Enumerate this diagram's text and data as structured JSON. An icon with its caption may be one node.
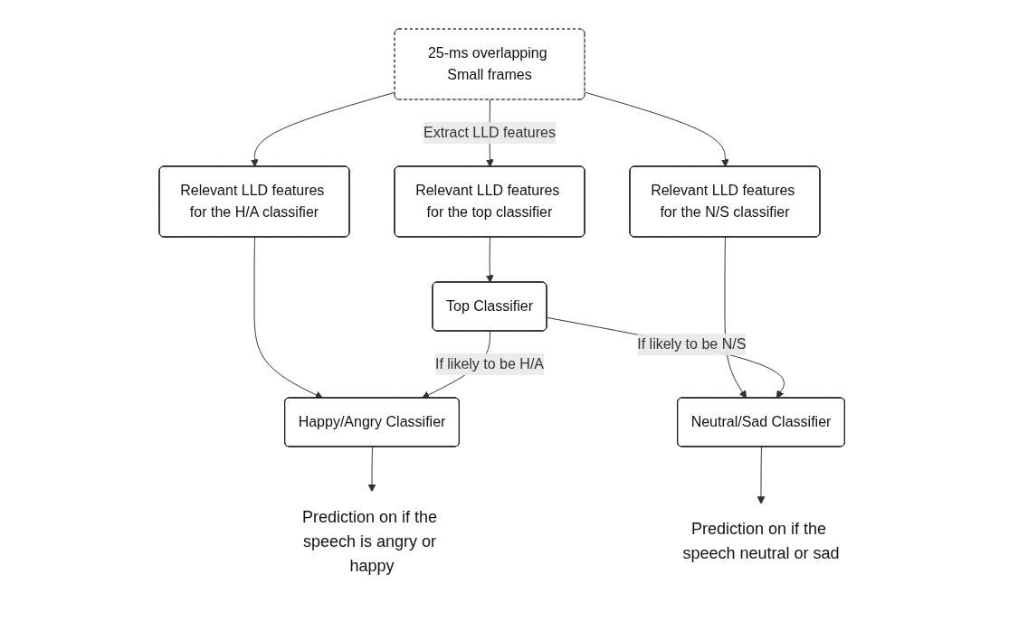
{
  "diagram": {
    "nodes": [
      {
        "text": [
          "25-ms overlapping Small frames"
        ]
      },
      {
        "text": [
          "Relevant LLD features for the top classifier"
        ]
      },
      {
        "text": [
          "Relevant LLD features for the H/A classifier"
        ]
      },
      {
        "text": [
          "Relevant LLD features for the N/S classifier"
        ]
      },
      {
        "text": [
          "Top Classifier"
        ]
      },
      {
        "text": [
          "Happy/Angry Classifier"
        ]
      },
      {
        "text": [
          "Neutral/Sad Classifier"
        ]
      },
      {
        "text": [
          "Prediction on if the speech is angry or happy"
        ]
      },
      {
        "text": [
          "Prediction on if the speech neutral or sad"
        ]
      }
    ],
    "edges": [
      {
        "from": 0,
        "to": 1,
        "arrow": "to",
        "label": "Extract LLD features"
      },
      {
        "from": 0,
        "to": 2,
        "arrow": "to"
      },
      {
        "from": 0,
        "to": 3,
        "arrow": "to"
      },
      {
        "from": 1,
        "to": 4,
        "arrow": "to"
      },
      {
        "from": 2,
        "to": 5,
        "arrow": "to"
      },
      {
        "from": 3,
        "to": 6,
        "arrow": "to"
      },
      {
        "from": 4,
        "to": 5,
        "arrow": "to",
        "label": "If likely to be H/A"
      },
      {
        "from": 4,
        "to": 6,
        "arrow": "to",
        "label": "If likely to be N/S"
      },
      {
        "from": 5,
        "to": 7,
        "arrow": "to"
      },
      {
        "from": 6,
        "to": 8,
        "arrow": "to"
      }
    ]
  }
}
